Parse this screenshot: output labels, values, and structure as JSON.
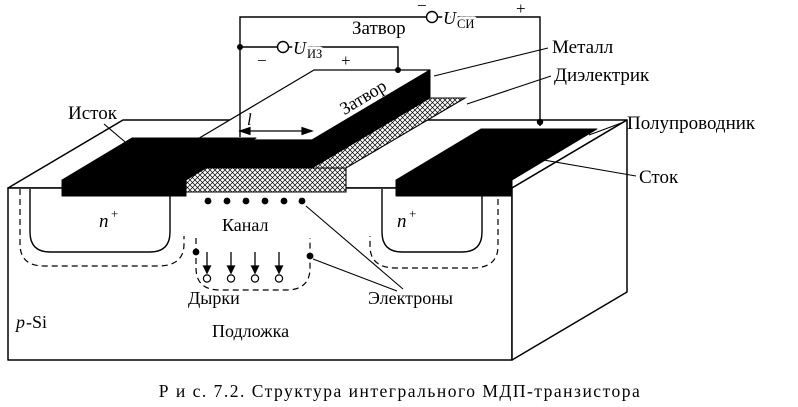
{
  "figure": {
    "caption": "Р и с. 7.2. Структура интегрального МДП-транзистора"
  },
  "circuit": {
    "gate_wire_label": "Затвор",
    "u_si": {
      "symbol": "U",
      "subscript": "СИ",
      "minus": "−",
      "plus": "+"
    },
    "u_iz": {
      "symbol": "U",
      "subscript": "ИЗ",
      "minus": "−",
      "plus": "+"
    }
  },
  "labels": {
    "metal": "Металл",
    "dielectric": "Диэлектрик",
    "semiconductor": "Полупроводник",
    "source": "Исток",
    "drain": "Сток",
    "gate_electrode": "Затвор",
    "channel": "Канал",
    "channel_length": "l",
    "holes": "Дырки",
    "electrons": "Электроны",
    "substrate": "Подложка",
    "substrate_material_italic": "p",
    "substrate_material_rest": "-Si",
    "n_plus_base": "n",
    "n_plus_sup": "+"
  },
  "colors": {
    "ink": "#000000",
    "paper": "#ffffff"
  }
}
